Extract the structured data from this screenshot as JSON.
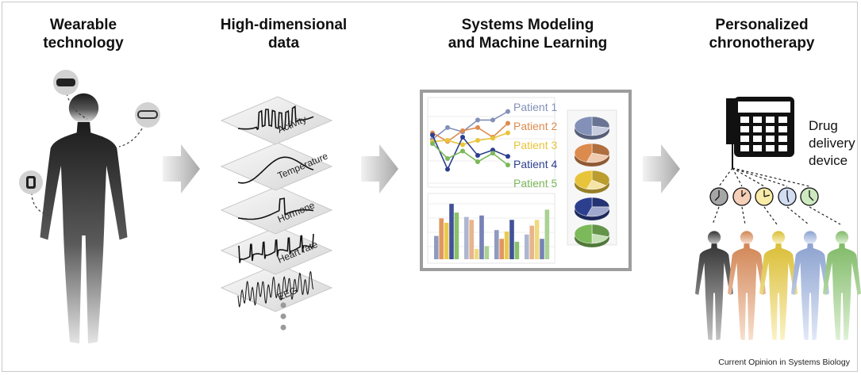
{
  "figure": {
    "stages": [
      {
        "id": "wearable",
        "lines": [
          "Wearable",
          "technology"
        ]
      },
      {
        "id": "data",
        "lines": [
          "High-dimensional",
          "data"
        ]
      },
      {
        "id": "modeling",
        "lines": [
          "Systems Modeling",
          "and Machine Learning"
        ]
      },
      {
        "id": "chrono",
        "lines": [
          "Personalized",
          "chronotherapy"
        ]
      }
    ],
    "data_layers": [
      "Activity",
      "Temperature",
      "Hormone",
      "Heart rate",
      "EEG"
    ],
    "device_label": [
      "Drug",
      "delivery",
      "device"
    ],
    "caption": "Current Opinion in Systems Biology",
    "colors": {
      "patients": [
        "#8390b8",
        "#dc8b4e",
        "#e8c43a",
        "#2c3f8f",
        "#7cb95a"
      ],
      "figures": [
        "#3a3a3a",
        "#e8955e",
        "#f2d33d",
        "#9bb4e6",
        "#8fcf73"
      ],
      "arrow": "#bdbdbd",
      "panel_border": "#9d9d9d"
    }
  },
  "patients": [
    {
      "label": "Patient 1",
      "values": [
        3.8,
        4.9,
        4.5,
        5.6,
        5.6,
        6.4
      ]
    },
    {
      "label": "Patient 2",
      "values": [
        4.4,
        3.6,
        4.6,
        4.9,
        4.0,
        5.3
      ]
    },
    {
      "label": "Patient 3",
      "values": [
        3.6,
        3.7,
        3.3,
        3.7,
        3.9,
        4.4
      ]
    },
    {
      "label": "Patient 4",
      "values": [
        4.2,
        1.0,
        4.0,
        2.3,
        2.8,
        2.2
      ]
    },
    {
      "label": "Patient 5",
      "values": [
        3.4,
        2.0,
        2.7,
        1.7,
        2.5,
        1.4
      ]
    }
  ],
  "bars": [
    {
      "series": "Patient 1",
      "values": [
        3.2,
        5.8,
        4.0,
        3.4
      ]
    },
    {
      "series": "Patient 2",
      "values": [
        5.6,
        5.4,
        2.8,
        4.6
      ]
    },
    {
      "series": "Patient 3",
      "values": [
        5.0,
        1.4,
        3.8,
        5.4
      ]
    },
    {
      "series": "Patient 4",
      "values": [
        7.6,
        6.0,
        5.4,
        2.8
      ]
    },
    {
      "series": "Patient 5",
      "values": [
        6.4,
        1.8,
        2.4,
        6.8
      ]
    }
  ],
  "pies": [
    {
      "series": "Patient 1",
      "slices": [
        0.28,
        0.22,
        0.5
      ]
    },
    {
      "series": "Patient 2",
      "slices": [
        0.3,
        0.25,
        0.45
      ]
    },
    {
      "series": "Patient 3",
      "slices": [
        0.35,
        0.2,
        0.45
      ]
    },
    {
      "series": "Patient 4",
      "slices": [
        0.25,
        0.3,
        0.45
      ]
    },
    {
      "series": "Patient 5",
      "slices": [
        0.3,
        0.2,
        0.5
      ]
    }
  ],
  "clocks": [
    {
      "hour": 7.5
    },
    {
      "hour": 1.5
    },
    {
      "hour": 2.5
    },
    {
      "hour": 5.5
    },
    {
      "hour": 4.5
    }
  ]
}
